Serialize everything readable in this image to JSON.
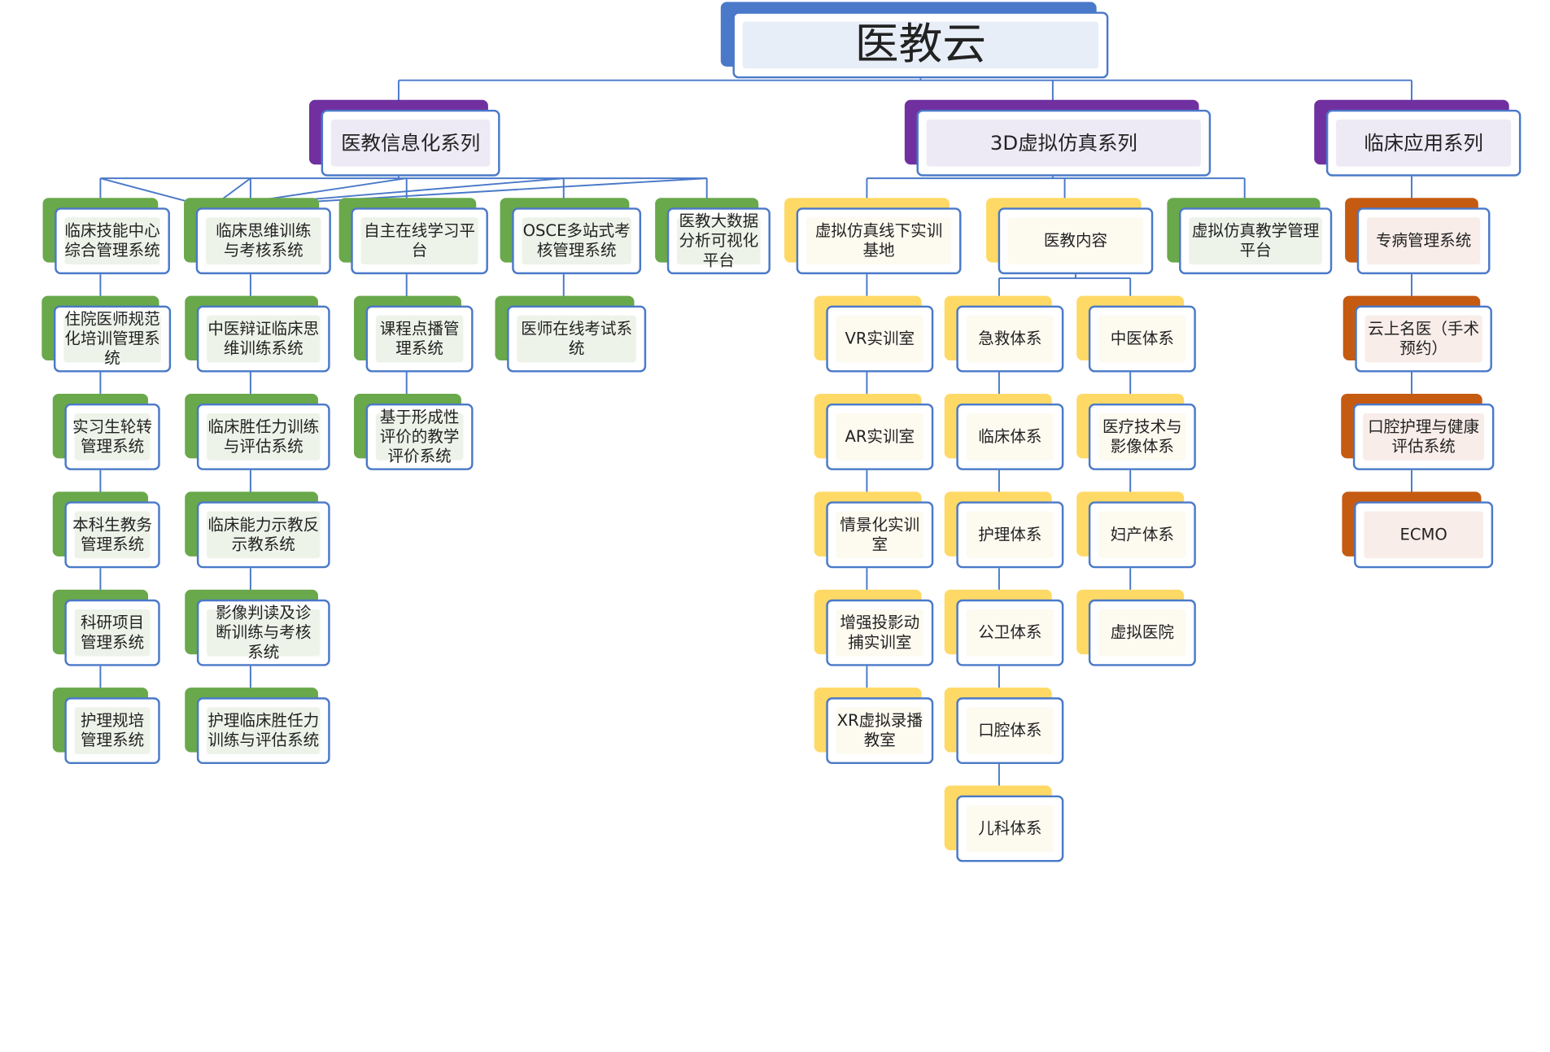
{
  "root": {
    "label": "医教云"
  },
  "series": [
    {
      "label": "医教信息化系列",
      "theme": "purple"
    },
    {
      "label": "3D虚拟仿真系列",
      "theme": "purple"
    },
    {
      "label": "临床应用系列",
      "theme": "purple"
    }
  ],
  "info_columns": [
    [
      "临床技能中心\n综合管理系统",
      "住院医师规范\n化培训管理系\n统",
      "实习生轮转\n管理系统",
      "本科生教务\n管理系统",
      "科研项目\n管理系统",
      "护理规培\n管理系统"
    ],
    [
      "临床思维训练\n与考核系统",
      "中医辩证临床思\n维训练系统",
      "临床胜任力训练\n与评估系统",
      "临床能力示教反\n示教系统",
      "影像判读及诊\n断训练与考核\n系统",
      "护理临床胜任力\n训练与评估系统"
    ],
    [
      "自主在线学习平\n台",
      "课程点播管\n理系统",
      "基于形成性\n评价的教学\n评价系统"
    ],
    [
      "OSCE多站式考\n核管理系统",
      "医师在线考试系\n统"
    ],
    [
      "医教大数据\n分析可视化\n平台"
    ]
  ],
  "sim_groups": {
    "offline_base": [
      "虚拟仿真线下实训\n基地",
      "VR实训室",
      "AR实训室",
      "情景化实训\n室",
      "增强投影动\n捕实训室",
      "XR虚拟录播\n教室"
    ],
    "content": {
      "label": "医教内容",
      "left": [
        "急救体系",
        "临床体系",
        "护理体系",
        "公卫体系",
        "口腔体系",
        "儿科体系"
      ],
      "right": [
        "中医体系",
        "医疗技术与\n影像体系",
        "妇产体系",
        "虚拟医院"
      ]
    },
    "teaching_platform": [
      "虚拟仿真教学管理\n平台"
    ]
  },
  "clinical": [
    "专病管理系统",
    "云上名医（手术\n预约）",
    "口腔护理与健康\n评估系统",
    "ECMO"
  ],
  "colors": {
    "connector": "#4a79c9",
    "green": "#69a84b",
    "yellow": "#ffd966",
    "purple": "#7030a0",
    "orange": "#c55a11",
    "blue": "#4a79c9"
  }
}
